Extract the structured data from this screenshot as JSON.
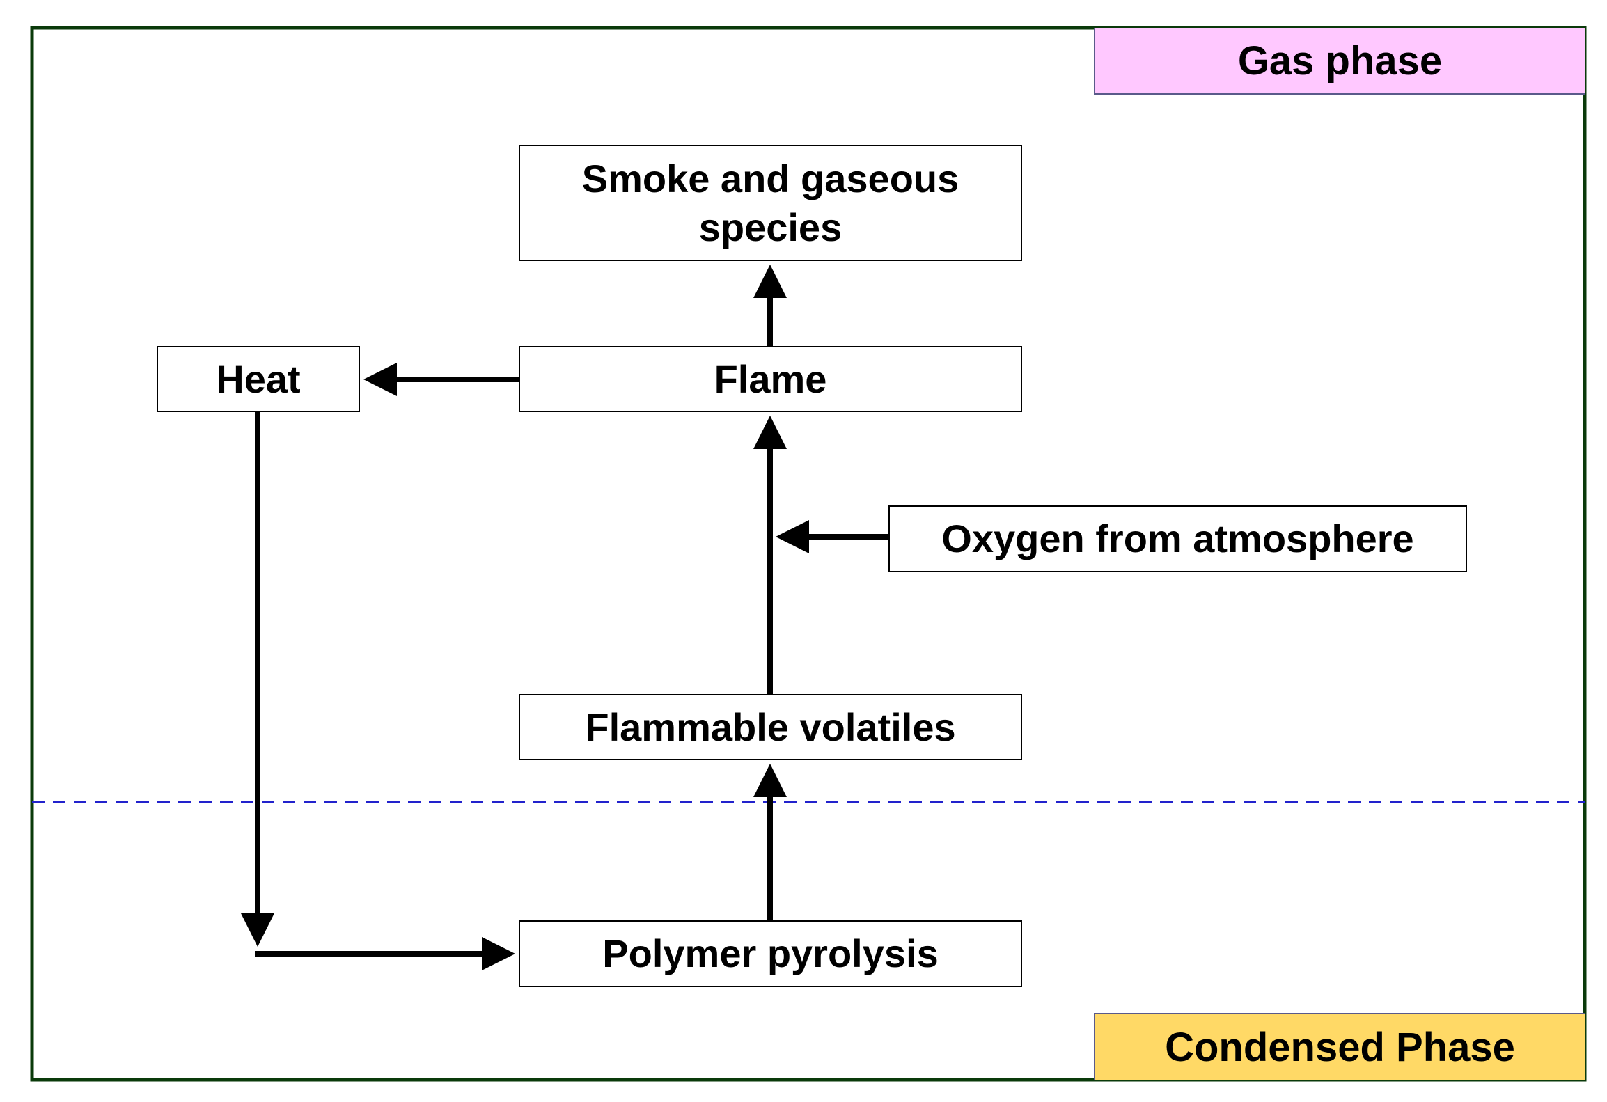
{
  "colors": {
    "frame_border": "#0a3a0a",
    "gas_phase_fill": "#ffc8ff",
    "condensed_phase_fill": "#ffd966",
    "divider_dash": "#2222cc",
    "arrow": "#000000",
    "box_border": "#000000"
  },
  "phases": {
    "gas": "Gas phase",
    "condensed": "Condensed Phase"
  },
  "nodes": {
    "smoke_line1": "Smoke and gaseous",
    "smoke_line2": "species",
    "flame": "Flame",
    "heat": "Heat",
    "oxygen": "Oxygen from atmosphere",
    "volatiles": "Flammable volatiles",
    "pyrolysis": "Polymer pyrolysis"
  }
}
